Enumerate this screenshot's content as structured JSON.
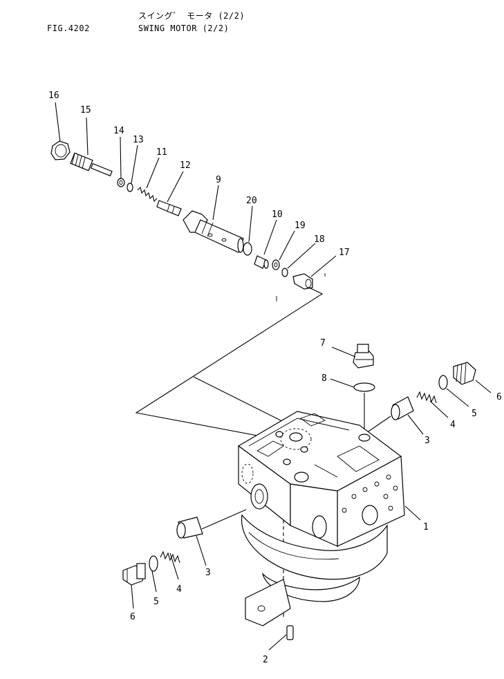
{
  "header": {
    "fig_number": "FIG.4202",
    "title_jp": "スイング゛ モータ (2/2)",
    "title_en": "SWING MOTOR (2/2)"
  },
  "callouts": [
    {
      "id": "c16",
      "text": "16"
    },
    {
      "id": "c15",
      "text": "15"
    },
    {
      "id": "c14",
      "text": "14"
    },
    {
      "id": "c13",
      "text": "13"
    },
    {
      "id": "c11",
      "text": "11"
    },
    {
      "id": "c12",
      "text": "12"
    },
    {
      "id": "c9",
      "text": "9"
    },
    {
      "id": "c20",
      "text": "20"
    },
    {
      "id": "c10",
      "text": "10"
    },
    {
      "id": "c19",
      "text": "19"
    },
    {
      "id": "c18",
      "text": "18"
    },
    {
      "id": "c17",
      "text": "17"
    },
    {
      "id": "c7",
      "text": "7"
    },
    {
      "id": "c8",
      "text": "8"
    },
    {
      "id": "c6r",
      "text": "6"
    },
    {
      "id": "c5r",
      "text": "5"
    },
    {
      "id": "c4r",
      "text": "4"
    },
    {
      "id": "c3r",
      "text": "3"
    },
    {
      "id": "c1",
      "text": "1"
    },
    {
      "id": "c3l",
      "text": "3"
    },
    {
      "id": "c4l",
      "text": "4"
    },
    {
      "id": "c5l",
      "text": "5"
    },
    {
      "id": "c6l",
      "text": "6"
    },
    {
      "id": "c2",
      "text": "2"
    }
  ]
}
